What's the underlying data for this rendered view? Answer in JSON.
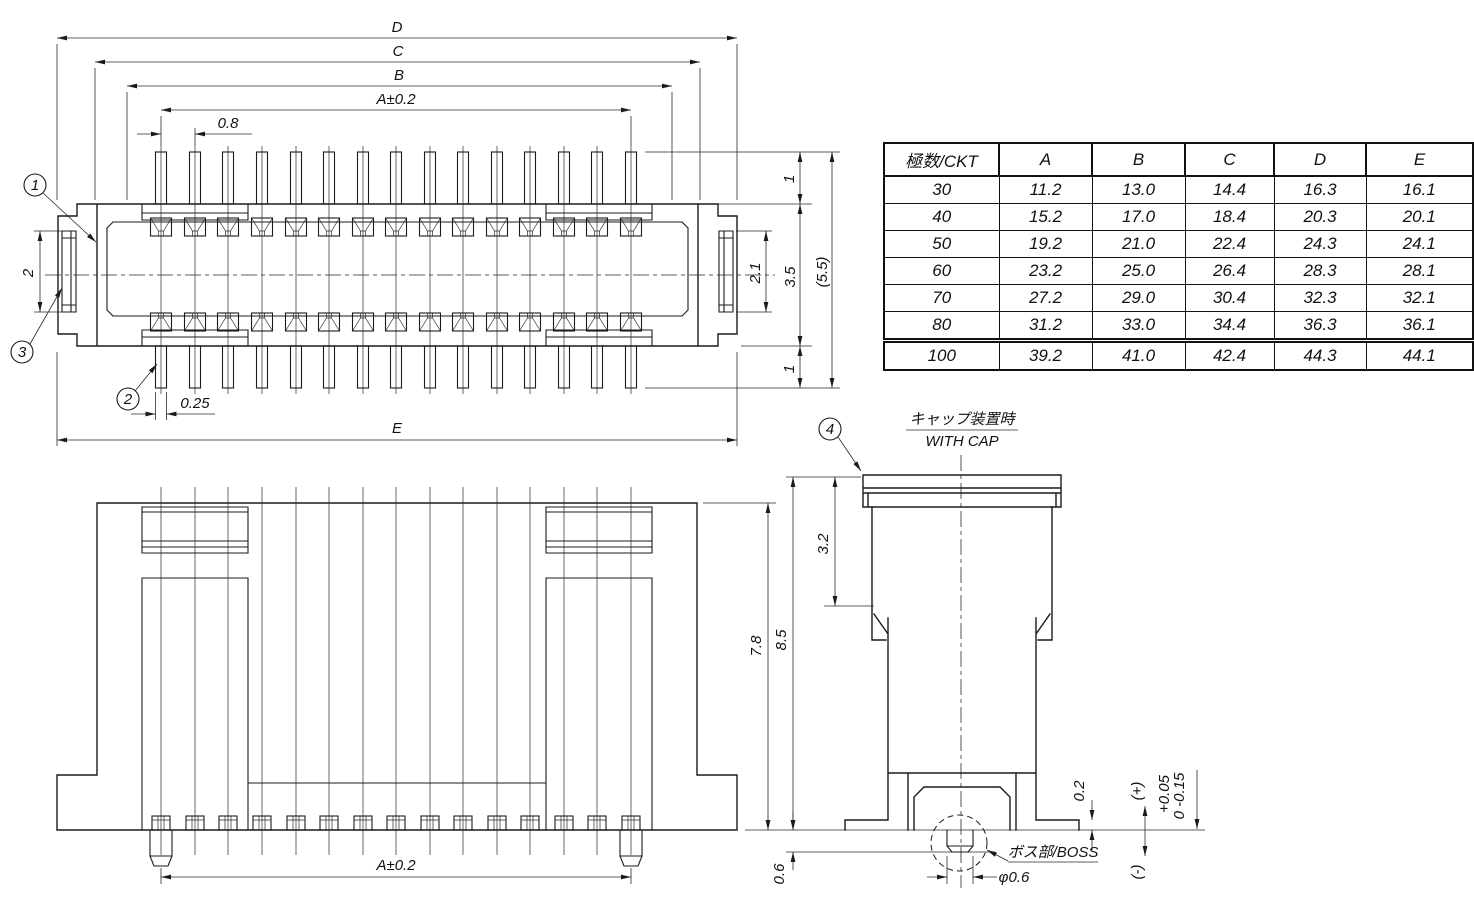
{
  "table": {
    "header": [
      "極数/CKT",
      "A",
      "B",
      "C",
      "D",
      "E"
    ],
    "rows": [
      [
        "30",
        "11.2",
        "13.0",
        "14.4",
        "16.3",
        "16.1"
      ],
      [
        "40",
        "15.2",
        "17.0",
        "18.4",
        "20.3",
        "20.1"
      ],
      [
        "50",
        "19.2",
        "21.0",
        "22.4",
        "24.3",
        "24.1"
      ],
      [
        "60",
        "23.2",
        "25.0",
        "26.4",
        "28.3",
        "28.1"
      ],
      [
        "70",
        "27.2",
        "29.0",
        "30.4",
        "32.3",
        "32.1"
      ],
      [
        "80",
        "31.2",
        "33.0",
        "34.4",
        "36.3",
        "36.1"
      ],
      [
        "100",
        "39.2",
        "41.0",
        "42.4",
        "44.3",
        "44.1"
      ]
    ]
  },
  "callouts": {
    "c1": "1",
    "c2": "2",
    "c3": "3",
    "c4": "4"
  },
  "top_view": {
    "dim_d": "D",
    "dim_c": "C",
    "dim_b": "B",
    "dim_a": "A±0.2",
    "dim_pitch": "0.8",
    "dim_pin_width": "0.25",
    "dim_e": "E",
    "dim_tab": "2",
    "dim_top_margin": "1",
    "dim_body_height": "3.5",
    "dim_bottom_margin": "1",
    "dim_overall": "(5.5)",
    "dim_inner": "2.1"
  },
  "front_view": {
    "dim_a": "A±0.2",
    "dim_height": "7.8",
    "dim_overall_height": "8.5",
    "dim_boss_height": "0.6"
  },
  "side_view": {
    "title_jp": "キャップ装置時",
    "title_en": "WITH CAP",
    "dim_cap_height": "3.2",
    "dim_standoff": "0.2",
    "plus": "(+)",
    "minus": "(-)",
    "tol_upper": "+0.05",
    "tol_lower": "0 -0.15",
    "boss_label": "ボス部/BOSS",
    "dim_boss_dia": "φ0.6"
  },
  "colors": {
    "line": "#1b1b1b",
    "background": "#ffffff"
  }
}
